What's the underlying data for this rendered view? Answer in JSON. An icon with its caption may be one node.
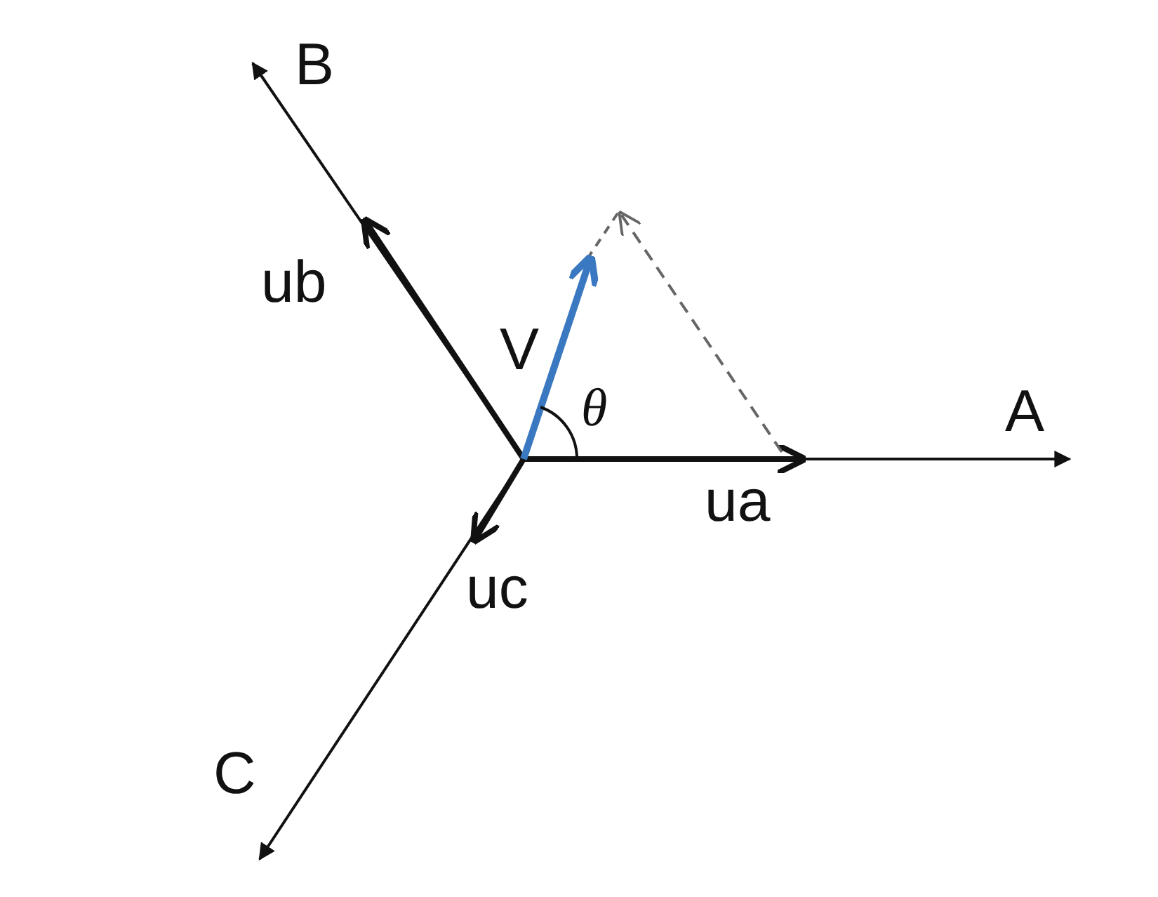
{
  "diagram": {
    "labels": [
      "B",
      "ub",
      "V",
      "θ",
      "A",
      "ua",
      "uc",
      "C"
    ]
  }
}
